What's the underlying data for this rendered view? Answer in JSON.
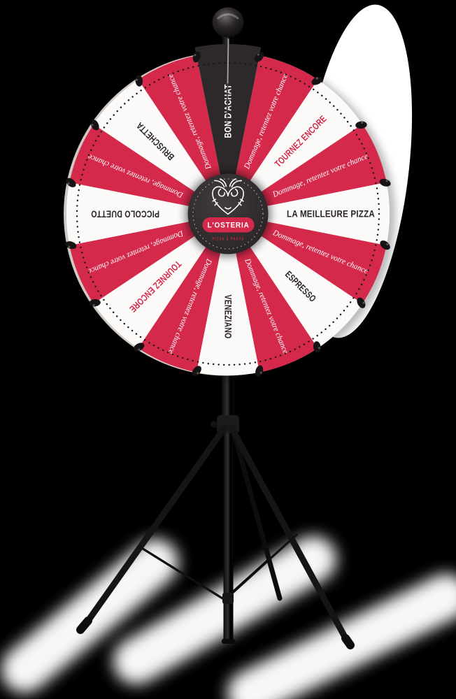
{
  "scene": {
    "description": "Promotional prize wheel of fortune on a tripod stand",
    "background_color": "#000000",
    "highlight_blob_color": "#ffffff"
  },
  "brand": {
    "name": "L'OSTERIA",
    "tagline": "PIZZA E PASTA",
    "logo_icon": "prawn-heart-icon",
    "badge_color": "#d5294b"
  },
  "wheel": {
    "segment_count": 16,
    "order": "clockwise-from-top",
    "colors": {
      "red_segment": "#d5294b",
      "white_segment": "#fbfaf8",
      "black_segment": "#2d292a",
      "hub": "#2e2a2b",
      "rim_dots": "#1c191a",
      "label_dark": "#2a2627",
      "label_red": "#d5294b",
      "script_white": "#ffffff",
      "peg": "#161314"
    },
    "segments": [
      {
        "label": "BON D'ACHAT",
        "style": "black",
        "text": "white"
      },
      {
        "label": "Dommage, retentez votre chance",
        "style": "red",
        "text": "script"
      },
      {
        "label": "TOURNEZ ENCORE",
        "style": "white",
        "text": "red"
      },
      {
        "label": "Dommage, retentez votre chance",
        "style": "red",
        "text": "script"
      },
      {
        "label": "LA MEILLEURE PIZZA",
        "style": "white",
        "text": "dark"
      },
      {
        "label": "Dommage, retentez votre chance",
        "style": "red",
        "text": "script"
      },
      {
        "label": "ESPRESSO",
        "style": "white",
        "text": "dark"
      },
      {
        "label": "Dommage, retentez votre chance",
        "style": "red",
        "text": "script"
      },
      {
        "label": "VENEZIANO",
        "style": "white",
        "text": "dark"
      },
      {
        "label": "Dommage, retentez votre chance",
        "style": "red",
        "text": "script"
      },
      {
        "label": "TOURNEZ ENCORE",
        "style": "white",
        "text": "red"
      },
      {
        "label": "Dommage, retentez votre chance",
        "style": "red",
        "text": "script"
      },
      {
        "label": "PICCOLO DUETTO",
        "style": "white",
        "text": "dark"
      },
      {
        "label": "Dommage, retentez votre chance",
        "style": "red",
        "text": "script"
      },
      {
        "label": "BRUSCHETTA",
        "style": "white",
        "text": "dark"
      },
      {
        "label": "Dommage, retentez votre chance",
        "style": "red",
        "text": "script"
      }
    ]
  },
  "hardware": {
    "pointer": "ball-pointer",
    "peg_count": 16,
    "stand": "tripod"
  }
}
